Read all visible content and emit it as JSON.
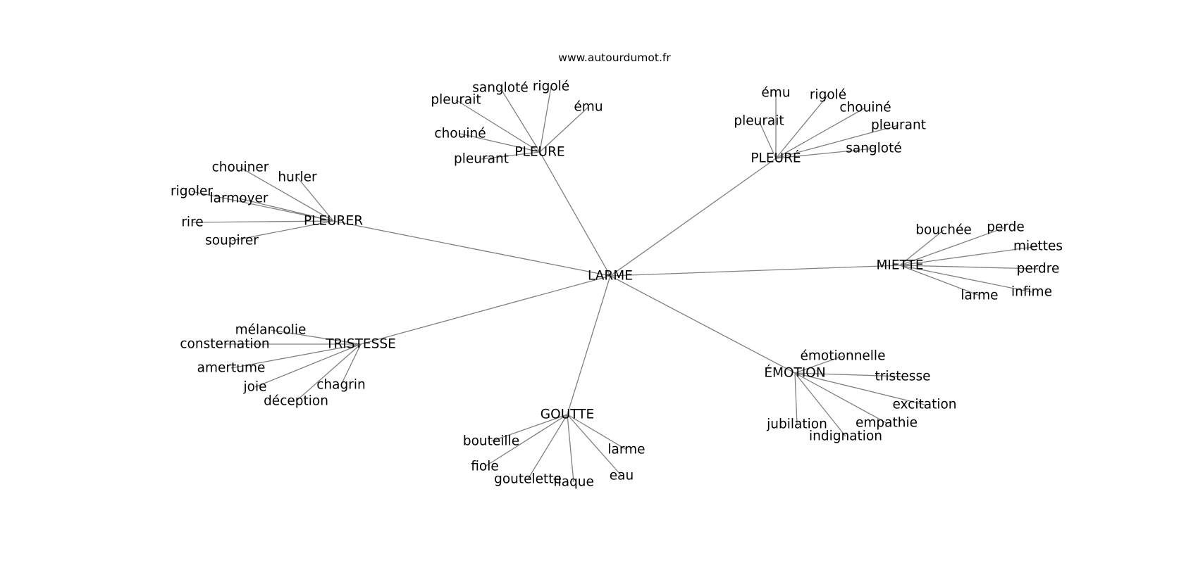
{
  "source": "www.autourdumot.fr",
  "nodes": [
    {
      "id": "larme_c",
      "label": "LARME"
    },
    {
      "id": "pleure",
      "label": "PLEURE"
    },
    {
      "id": "pleure_acc",
      "label": "PLEURÉ"
    },
    {
      "id": "pleurer",
      "label": "PLEURER"
    },
    {
      "id": "miette",
      "label": "MIETTE"
    },
    {
      "id": "tristesse_h",
      "label": "TRISTESSE"
    },
    {
      "id": "emotion",
      "label": "ÉMOTION"
    },
    {
      "id": "goutte",
      "label": "GOUTTE"
    },
    {
      "id": "p1_sangl",
      "label": "sangloté"
    },
    {
      "id": "p1_rigole",
      "label": "rigolé"
    },
    {
      "id": "p1_pleurait",
      "label": "pleurait"
    },
    {
      "id": "p1_emu",
      "label": "ému"
    },
    {
      "id": "p1_chouine",
      "label": "chouiné"
    },
    {
      "id": "p1_pleurant",
      "label": "pleurant"
    },
    {
      "id": "p2_emu",
      "label": "ému"
    },
    {
      "id": "p2_rigole",
      "label": "rigolé"
    },
    {
      "id": "p2_chouine",
      "label": "chouiné"
    },
    {
      "id": "p2_pleurait",
      "label": "pleurait"
    },
    {
      "id": "p2_pleurant",
      "label": "pleurant"
    },
    {
      "id": "p2_sangl",
      "label": "sangloté"
    },
    {
      "id": "p3_chouiner",
      "label": "chouiner"
    },
    {
      "id": "p3_hurler",
      "label": "hurler"
    },
    {
      "id": "p3_rigoler",
      "label": "rigoler"
    },
    {
      "id": "p3_larmoyer",
      "label": "larmoyer"
    },
    {
      "id": "p3_rire",
      "label": "rire"
    },
    {
      "id": "p3_soupirer",
      "label": "soupirer"
    },
    {
      "id": "m_bouchee",
      "label": "bouchée"
    },
    {
      "id": "m_perde",
      "label": "perde"
    },
    {
      "id": "m_miettes",
      "label": "miettes"
    },
    {
      "id": "m_perdre",
      "label": "perdre"
    },
    {
      "id": "m_larme",
      "label": "larme"
    },
    {
      "id": "m_infime",
      "label": "infime"
    },
    {
      "id": "t_melancolie",
      "label": "mélancolie"
    },
    {
      "id": "t_consternation",
      "label": "consternation"
    },
    {
      "id": "t_amertume",
      "label": "amertume"
    },
    {
      "id": "t_joie",
      "label": "joie"
    },
    {
      "id": "t_chagrin",
      "label": "chagrin"
    },
    {
      "id": "t_deception",
      "label": "déception"
    },
    {
      "id": "e_emotionnelle",
      "label": "émotionnelle"
    },
    {
      "id": "e_tristesse",
      "label": "tristesse"
    },
    {
      "id": "e_excitation",
      "label": "excitation"
    },
    {
      "id": "e_jubilation",
      "label": "jubilation"
    },
    {
      "id": "e_empathie",
      "label": "empathie"
    },
    {
      "id": "e_indignation",
      "label": "indignation"
    },
    {
      "id": "g_bouteille",
      "label": "bouteille"
    },
    {
      "id": "g_larme",
      "label": "larme"
    },
    {
      "id": "g_fiole",
      "label": "fiole"
    },
    {
      "id": "g_eau",
      "label": "eau"
    },
    {
      "id": "g_goutelette",
      "label": "goutelette"
    },
    {
      "id": "g_flaque",
      "label": "flaque"
    }
  ],
  "edges": [
    [
      "larme_c",
      "pleure"
    ],
    [
      "larme_c",
      "pleure_acc"
    ],
    [
      "larme_c",
      "pleurer"
    ],
    [
      "larme_c",
      "miette"
    ],
    [
      "larme_c",
      "tristesse_h"
    ],
    [
      "larme_c",
      "emotion"
    ],
    [
      "larme_c",
      "goutte"
    ],
    [
      "pleure",
      "p1_sangl"
    ],
    [
      "pleure",
      "p1_rigole"
    ],
    [
      "pleure",
      "p1_pleurait"
    ],
    [
      "pleure",
      "p1_emu"
    ],
    [
      "pleure",
      "p1_chouine"
    ],
    [
      "pleure",
      "p1_pleurant"
    ],
    [
      "pleure_acc",
      "p2_emu"
    ],
    [
      "pleure_acc",
      "p2_rigole"
    ],
    [
      "pleure_acc",
      "p2_chouine"
    ],
    [
      "pleure_acc",
      "p2_pleurait"
    ],
    [
      "pleure_acc",
      "p2_pleurant"
    ],
    [
      "pleure_acc",
      "p2_sangl"
    ],
    [
      "pleurer",
      "p3_chouiner"
    ],
    [
      "pleurer",
      "p3_hurler"
    ],
    [
      "pleurer",
      "p3_rigoler"
    ],
    [
      "pleurer",
      "p3_larmoyer"
    ],
    [
      "pleurer",
      "p3_rire"
    ],
    [
      "pleurer",
      "p3_soupirer"
    ],
    [
      "miette",
      "m_bouchee"
    ],
    [
      "miette",
      "m_perde"
    ],
    [
      "miette",
      "m_miettes"
    ],
    [
      "miette",
      "m_perdre"
    ],
    [
      "miette",
      "m_larme"
    ],
    [
      "miette",
      "m_infime"
    ],
    [
      "tristesse_h",
      "t_melancolie"
    ],
    [
      "tristesse_h",
      "t_consternation"
    ],
    [
      "tristesse_h",
      "t_amertume"
    ],
    [
      "tristesse_h",
      "t_joie"
    ],
    [
      "tristesse_h",
      "t_chagrin"
    ],
    [
      "tristesse_h",
      "t_deception"
    ],
    [
      "emotion",
      "e_emotionnelle"
    ],
    [
      "emotion",
      "e_tristesse"
    ],
    [
      "emotion",
      "e_excitation"
    ],
    [
      "emotion",
      "e_jubilation"
    ],
    [
      "emotion",
      "e_empathie"
    ],
    [
      "emotion",
      "e_indignation"
    ],
    [
      "goutte",
      "g_bouteille"
    ],
    [
      "goutte",
      "g_larme"
    ],
    [
      "goutte",
      "g_fiole"
    ],
    [
      "goutte",
      "g_eau"
    ],
    [
      "goutte",
      "g_goutelette"
    ],
    [
      "goutte",
      "g_flaque"
    ]
  ]
}
